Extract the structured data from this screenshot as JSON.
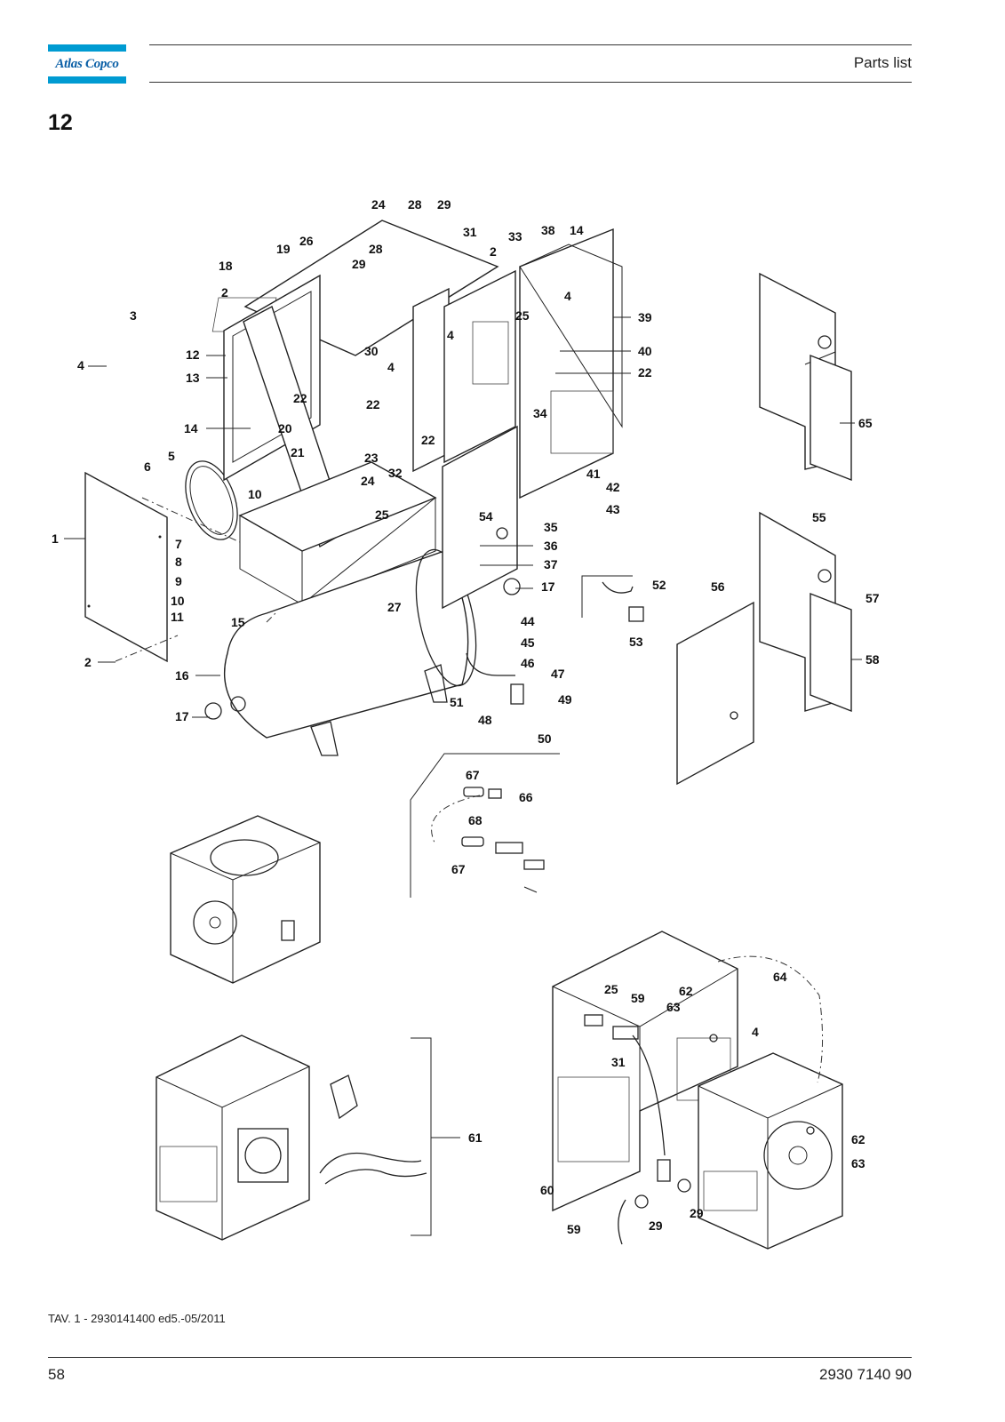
{
  "header": {
    "brand": "Atlas Copco",
    "title": "Parts list"
  },
  "section": {
    "number": "12"
  },
  "diagram": {
    "callouts": [
      "1",
      "2",
      "3",
      "4",
      "5",
      "6",
      "7",
      "8",
      "9",
      "10",
      "11",
      "12",
      "13",
      "14",
      "15",
      "16",
      "17",
      "18",
      "19",
      "20",
      "21",
      "22",
      "23",
      "24",
      "25",
      "26",
      "27",
      "28",
      "29",
      "30",
      "31",
      "32",
      "33",
      "34",
      "35",
      "36",
      "37",
      "38",
      "39",
      "40",
      "41",
      "42",
      "43",
      "44",
      "45",
      "46",
      "47",
      "48",
      "49",
      "50",
      "51",
      "52",
      "53",
      "54",
      "55",
      "56",
      "57",
      "58",
      "59",
      "60",
      "61",
      "62",
      "63",
      "64",
      "65",
      "66",
      "67",
      "68"
    ]
  },
  "footer": {
    "drawing_ref": "TAV. 1 - 2930141400 ed5.-05/2011",
    "page_number": "58",
    "document_number": "2930 7140 90"
  }
}
